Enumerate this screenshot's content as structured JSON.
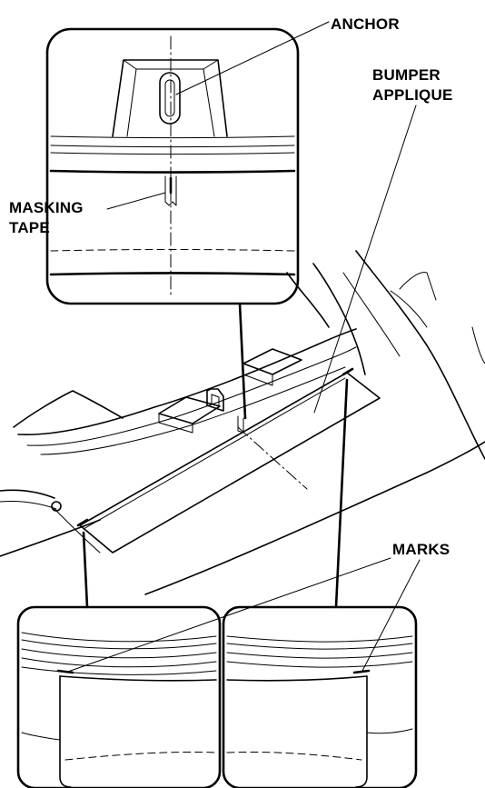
{
  "diagram": {
    "labels": {
      "anchor": "ANCHOR",
      "bumper_line1": "BUMPER",
      "bumper_line2": "APPLIQUE",
      "masking_line1": "MASKING",
      "masking_line2": "TAPE",
      "marks": "MARKS"
    },
    "colors": {
      "ink": "#000000",
      "paper": "#ffffff"
    }
  }
}
